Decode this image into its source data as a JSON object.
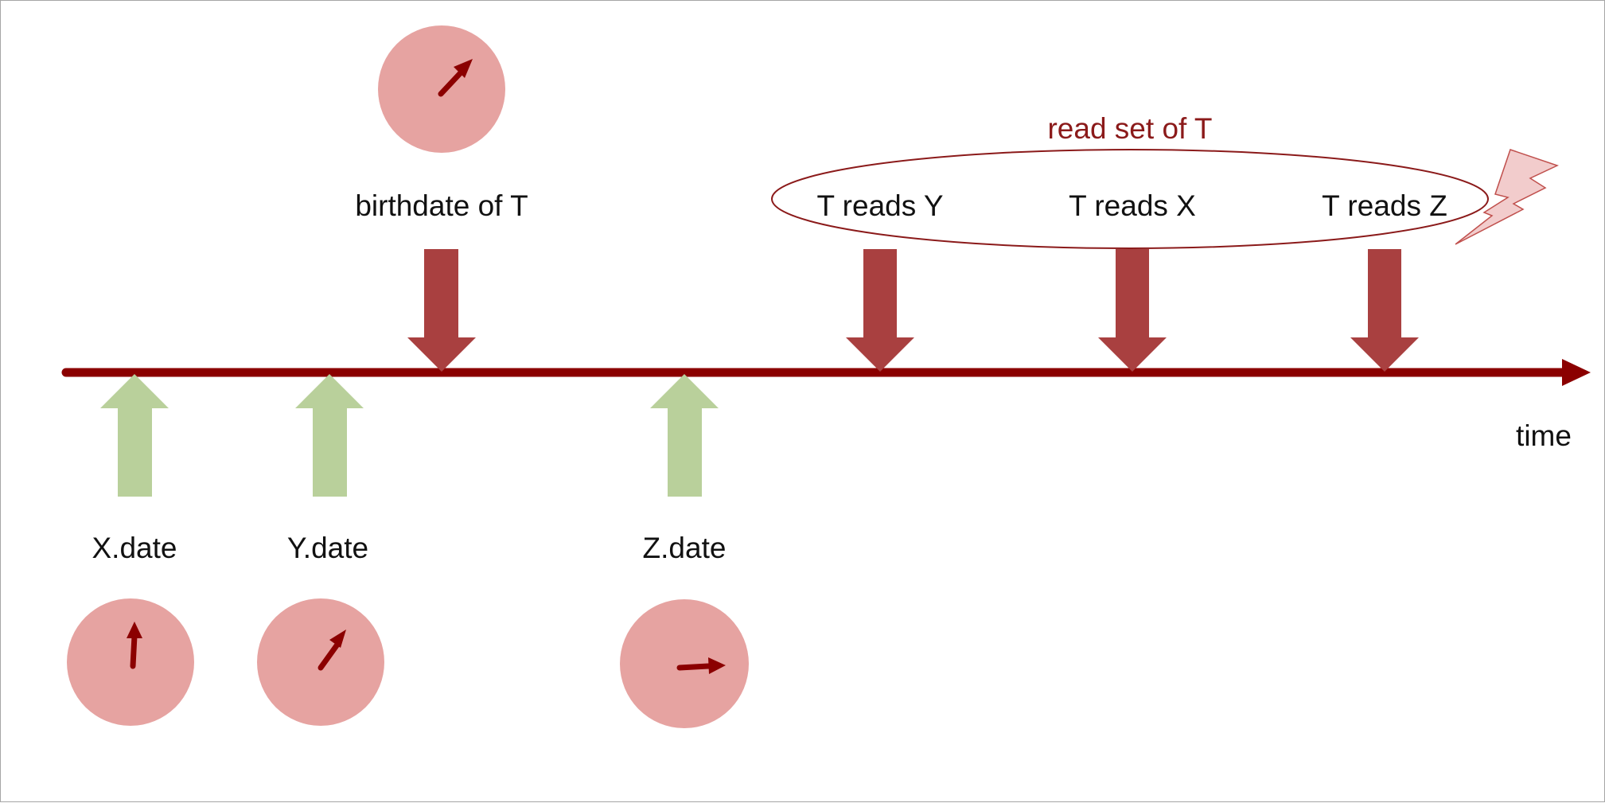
{
  "diagram": {
    "axis_label": "time",
    "read_set_label": "read set of T",
    "birthdate_label": "birthdate of T",
    "reads": [
      {
        "label": "T reads Y"
      },
      {
        "label": "T reads X"
      },
      {
        "label": "T reads Z"
      }
    ],
    "items": [
      {
        "label": "X.date"
      },
      {
        "label": "Y.date"
      },
      {
        "label": "Z.date"
      }
    ],
    "colors": {
      "timeline": "#8b0000",
      "event_arrow": "#a94040",
      "item_arrow": "#b9d09b",
      "clock": "#e6a3a1",
      "clock_hand": "#8b0000",
      "lightning": "#f2cccc"
    }
  }
}
